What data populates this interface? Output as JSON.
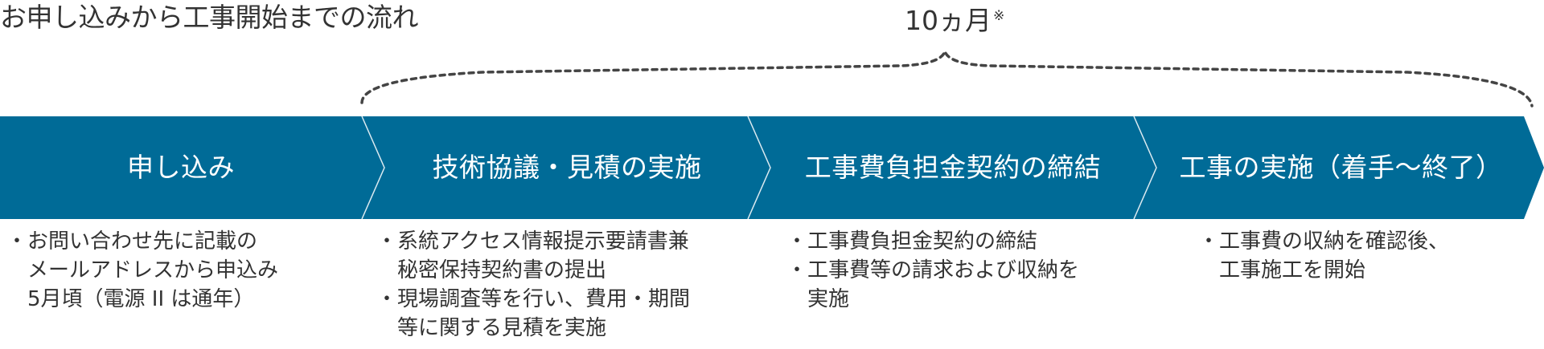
{
  "title": "お申し込みから工事開始までの流れ",
  "duration": {
    "label": "10ヵ月",
    "note": "※"
  },
  "colors": {
    "bar": "#006b97",
    "text": "#333333",
    "separator": "#ffffff"
  },
  "steps": [
    {
      "label": "申し込み"
    },
    {
      "label": "技術協議・見積の実施"
    },
    {
      "label": "工事費負担金契約の締結"
    },
    {
      "label": "工事の実施（着手～終了）"
    }
  ],
  "descriptions": [
    {
      "items": [
        {
          "lines": [
            "お問い合わせ先に記載の",
            "メールアドレスから申込み",
            "5月頃（電源 II は通年）"
          ]
        }
      ]
    },
    {
      "items": [
        {
          "lines": [
            "系統アクセス情報提示要請書兼",
            "秘密保持契約書の提出"
          ]
        },
        {
          "lines": [
            "現場調査等を行い、費用・期間",
            "等に関する見積を実施"
          ]
        }
      ]
    },
    {
      "items": [
        {
          "lines": [
            "工事費負担金契約の締結"
          ]
        },
        {
          "lines": [
            "工事費等の請求および収納を",
            "実施"
          ]
        }
      ]
    },
    {
      "items": [
        {
          "lines": [
            "工事費の収納を確認後、",
            "工事施工を開始"
          ]
        }
      ]
    }
  ]
}
